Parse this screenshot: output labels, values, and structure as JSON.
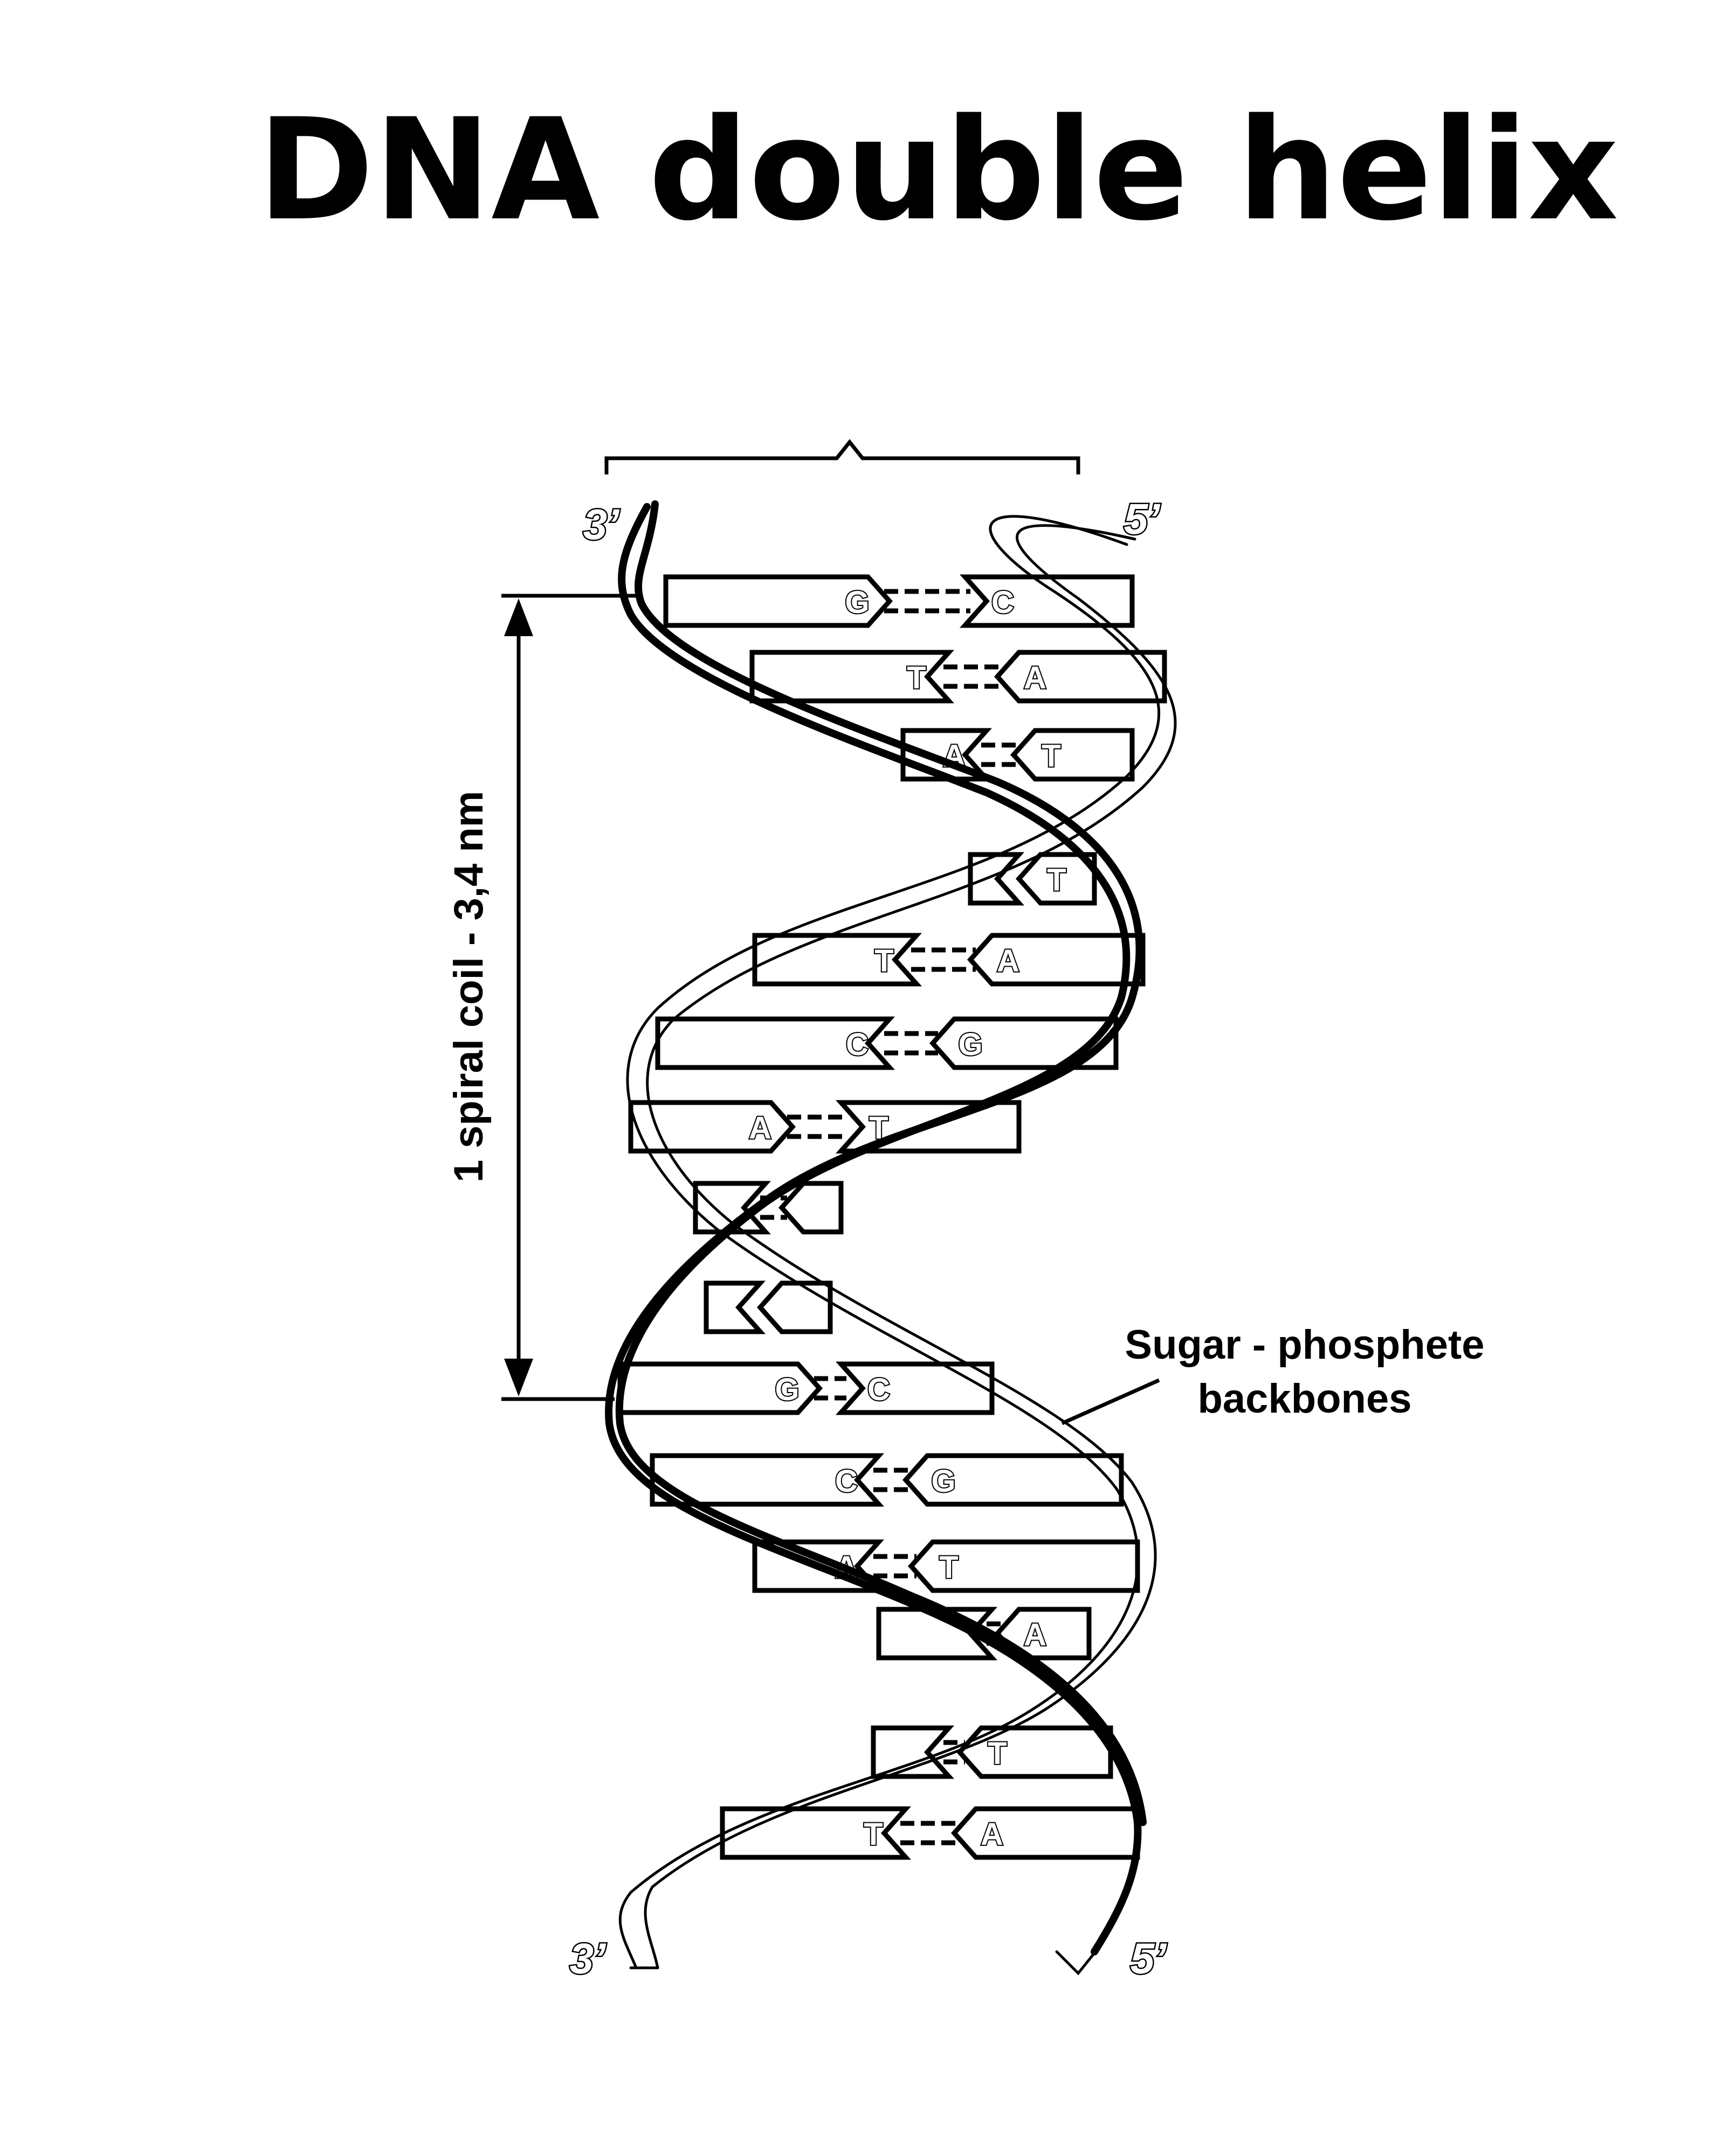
{
  "title": "DNA double helix",
  "ends": {
    "top_left": "3’",
    "top_right": "5’",
    "bottom_left": "3’",
    "bottom_right": "5’"
  },
  "dimension_label": "1 spiral coil - 3,4 nm",
  "backbone_label": {
    "line1": "Sugar - phosphete",
    "line2": "backbones"
  },
  "base_pairs": [
    {
      "left": "G",
      "right": "C",
      "pointing": "right"
    },
    {
      "left": "T",
      "right": "A",
      "pointing": "left"
    },
    {
      "left": "A",
      "right": "T",
      "pointing": "left"
    },
    {
      "left": "",
      "right": "T",
      "pointing": "left"
    },
    {
      "left": "T",
      "right": "A",
      "pointing": "left"
    },
    {
      "left": "C",
      "right": "G",
      "pointing": "left"
    },
    {
      "left": "A",
      "right": "T",
      "pointing": "right"
    },
    {
      "left": "",
      "right": "",
      "pointing": "left"
    },
    {
      "left": "",
      "right": "",
      "pointing": "left"
    },
    {
      "left": "G",
      "right": "C",
      "pointing": "right"
    },
    {
      "left": "C",
      "right": "G",
      "pointing": "left"
    },
    {
      "left": "A",
      "right": "T",
      "pointing": "left"
    },
    {
      "left": "",
      "right": "A",
      "pointing": "left"
    },
    {
      "left": "",
      "right": "T",
      "pointing": "left"
    },
    {
      "left": "T",
      "right": "A",
      "pointing": "left"
    }
  ],
  "colors": {
    "ink": "#000000",
    "background": "#ffffff"
  }
}
